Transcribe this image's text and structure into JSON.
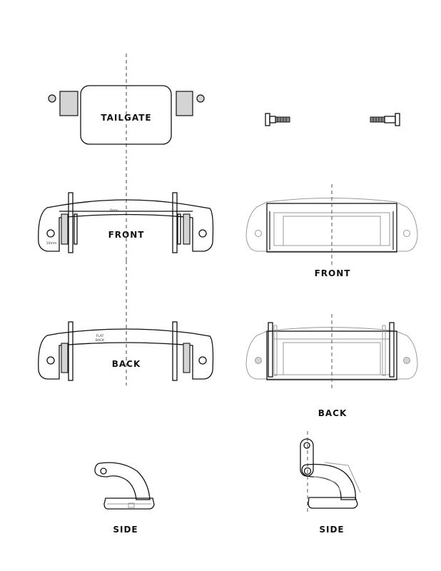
{
  "labels": {
    "tailgate": "TAILGATE",
    "front_left": "FRONT",
    "front_right": "FRONT",
    "back_left": "BACK",
    "back_right": "BACK",
    "side_left": "SIDE",
    "side_right": "SIDE"
  },
  "annotations": {
    "thickness_6mm": "6mm",
    "thickness_10mm": "10mm",
    "flat_back_line1": "FLAT",
    "flat_back_line2": "BACK"
  },
  "colors": {
    "line": "#111111",
    "light_line": "#9a9a9a",
    "fill_gray": "#d4d4d4"
  }
}
